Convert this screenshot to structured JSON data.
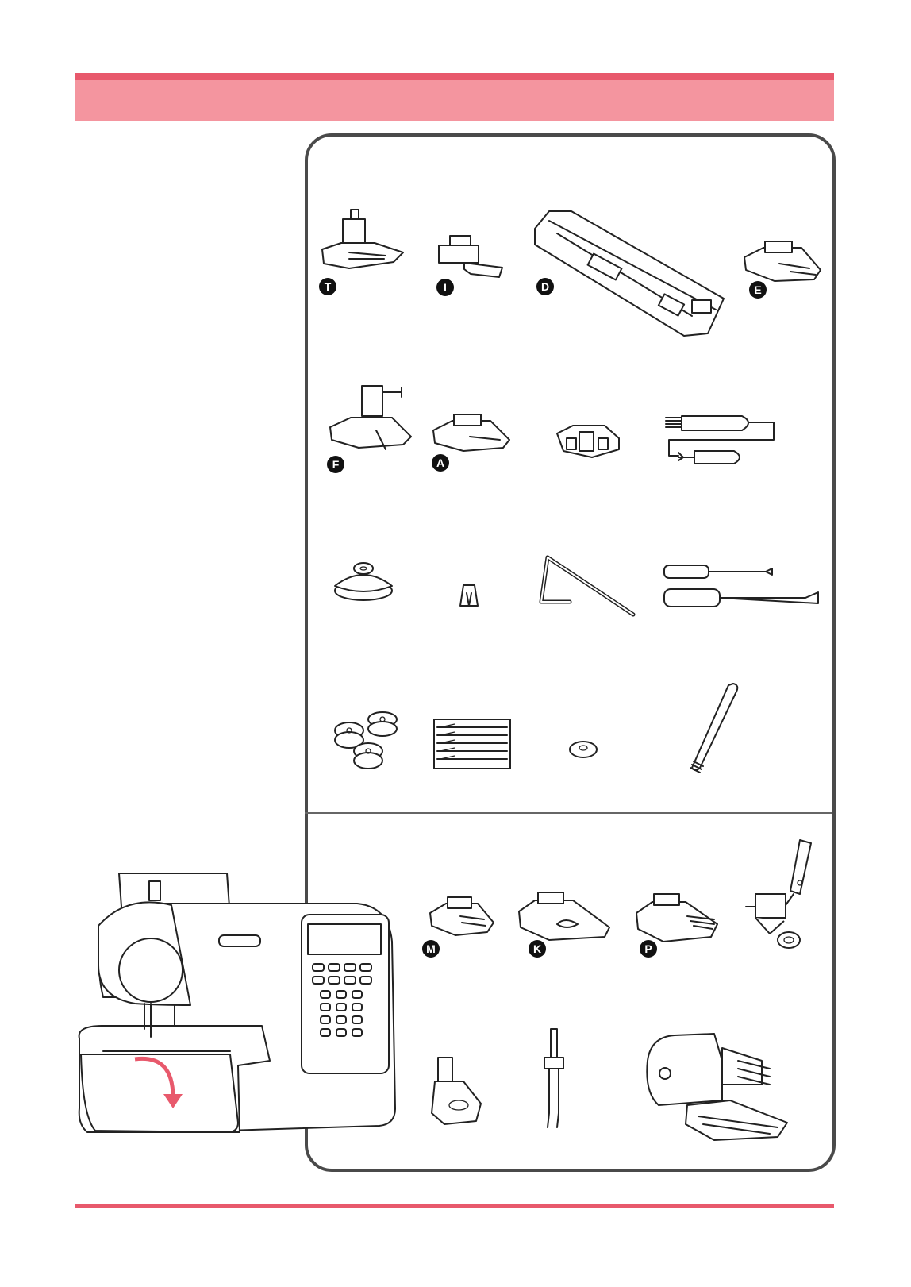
{
  "colors": {
    "header_fill": "#f4959f",
    "header_top": "#e8596c",
    "rule": "#e8596c",
    "arrow": "#e8596c"
  },
  "standard_accessories": [
    {
      "id": "presser-foot-T",
      "label": "T",
      "icon": "zigzag-foot-icon"
    },
    {
      "id": "presser-foot-I",
      "label": "I",
      "icon": "zipper-foot-icon"
    },
    {
      "id": "presser-foot-D",
      "label": "D",
      "icon": "buttonhole-foot-icon"
    },
    {
      "id": "presser-foot-E",
      "label": "E",
      "icon": "overedge-foot-icon"
    },
    {
      "id": "presser-foot-F",
      "label": "F",
      "icon": "blind-stitch-foot-icon"
    },
    {
      "id": "presser-foot-A",
      "label": "A",
      "icon": "satin-stitch-foot-icon"
    },
    {
      "id": "button-sewing-foot",
      "label": "",
      "icon": "button-foot-icon"
    },
    {
      "id": "seam-ripper-brush",
      "label": "",
      "icon": "seam-ripper-brush-icon"
    },
    {
      "id": "spool-cap",
      "label": "",
      "icon": "spool-cap-icon"
    },
    {
      "id": "spool-pin-holder",
      "label": "",
      "icon": "spool-pin-holder-icon"
    },
    {
      "id": "quilting-guide",
      "label": "",
      "icon": "quilting-guide-icon"
    },
    {
      "id": "screwdrivers",
      "label": "",
      "icon": "screwdriver-icon"
    },
    {
      "id": "bobbins",
      "label": "",
      "icon": "bobbin-icon"
    },
    {
      "id": "needle-pack",
      "label": "",
      "icon": "needle-pack-icon"
    },
    {
      "id": "felt-washer",
      "label": "",
      "icon": "felt-icon"
    },
    {
      "id": "extra-spool-pin",
      "label": "",
      "icon": "spool-pin-icon"
    }
  ],
  "optional_accessories": [
    {
      "id": "presser-foot-M",
      "label": "M",
      "icon": "overcasting-foot-icon"
    },
    {
      "id": "presser-foot-K",
      "label": "K",
      "icon": "rolled-hem-foot-icon"
    },
    {
      "id": "presser-foot-P",
      "label": "P",
      "icon": "straight-stitch-foot-icon"
    },
    {
      "id": "darning-foot",
      "label": "",
      "icon": "darning-foot-icon"
    },
    {
      "id": "cording-foot",
      "label": "",
      "icon": "cording-foot-icon"
    },
    {
      "id": "twin-needle",
      "label": "",
      "icon": "twin-needle-icon"
    },
    {
      "id": "walking-foot",
      "label": "",
      "icon": "walking-foot-icon"
    }
  ],
  "machine": {
    "icon": "sewing-machine-icon",
    "arrow_icon": "open-arrow-icon"
  }
}
